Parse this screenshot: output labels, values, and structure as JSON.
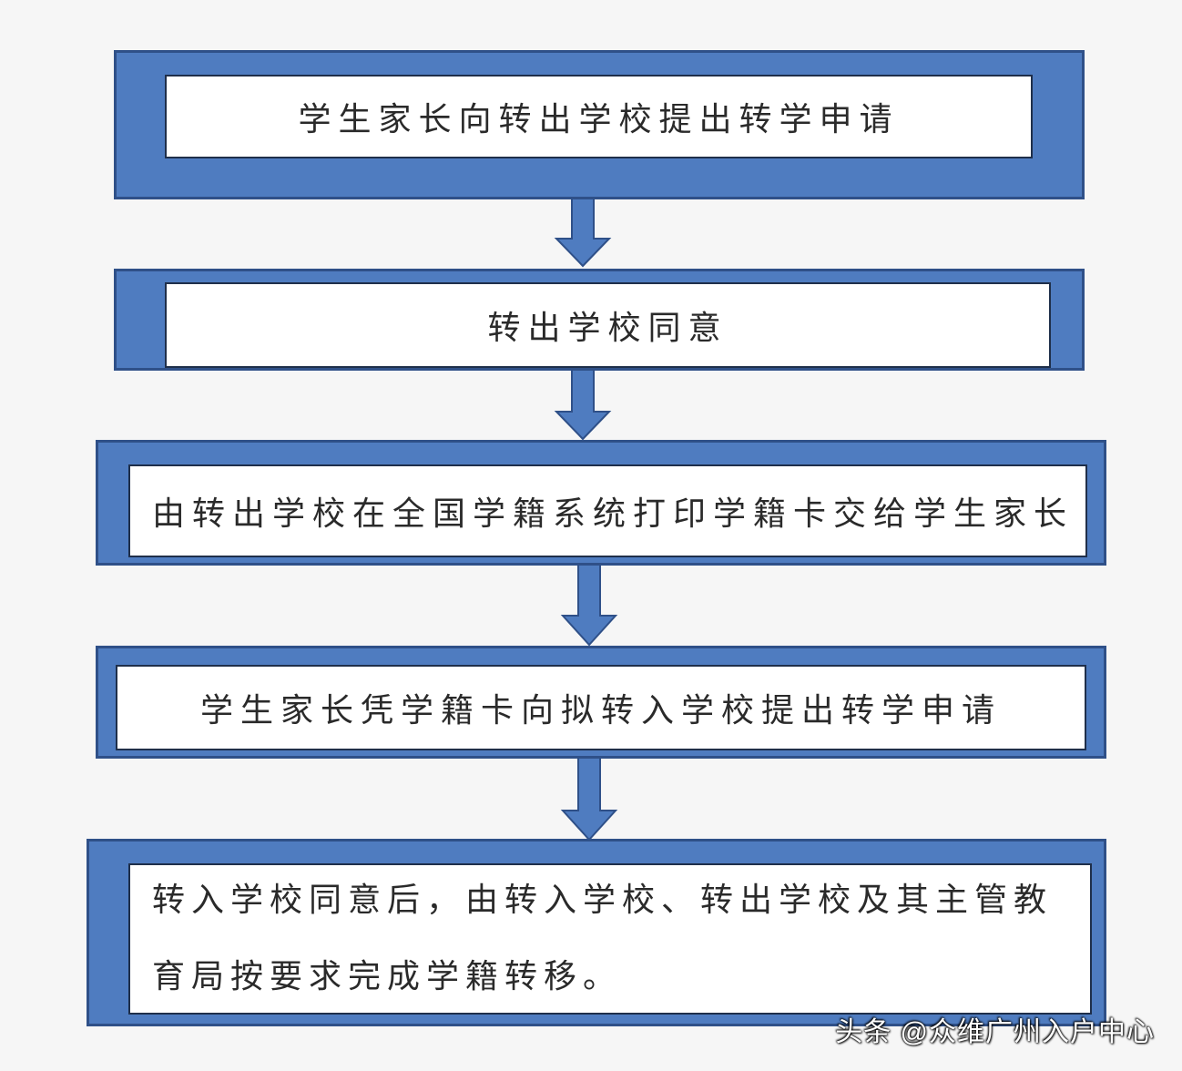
{
  "steps": [
    {
      "text": "学生家长向转出学校提出转学申请"
    },
    {
      "text": "转出学校同意"
    },
    {
      "text": "由转出学校在全国学籍系统打印学籍卡交给学生家长"
    },
    {
      "text": "学生家长凭学籍卡向拟转入学校提出转学申请"
    },
    {
      "text": "转入学校同意后，由转入学校、转出学校及其主管教育局按要求完成学籍转移。"
    }
  ],
  "watermark": "头条 @众维广州入户中心",
  "colors": {
    "box_fill": "#4f7cc0",
    "box_border": "#2f5088",
    "inner_fill": "#ffffff",
    "arrow": "#4f7cc0"
  }
}
